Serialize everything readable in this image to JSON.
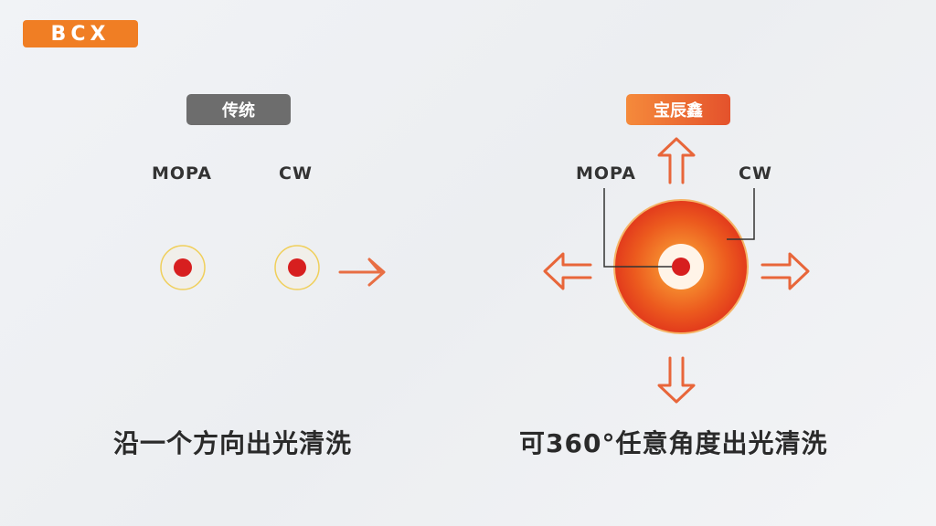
{
  "logo": {
    "text": "BCX"
  },
  "left_panel": {
    "badge": "传统",
    "label_mopa": "MOPA",
    "label_cw": "CW",
    "caption": "沿一个方向出光清洗"
  },
  "right_panel": {
    "badge": "宝辰鑫",
    "label_mopa": "MOPA",
    "label_cw": "CW",
    "caption": "可360°任意角度出光清洗"
  },
  "colors": {
    "brand_orange": "#f07e24",
    "badge_gray": "#6d6d6d",
    "dot_red": "#d71f1f",
    "arrow_orange": "#e8663a",
    "ring_yellow": "#f3d36a"
  }
}
